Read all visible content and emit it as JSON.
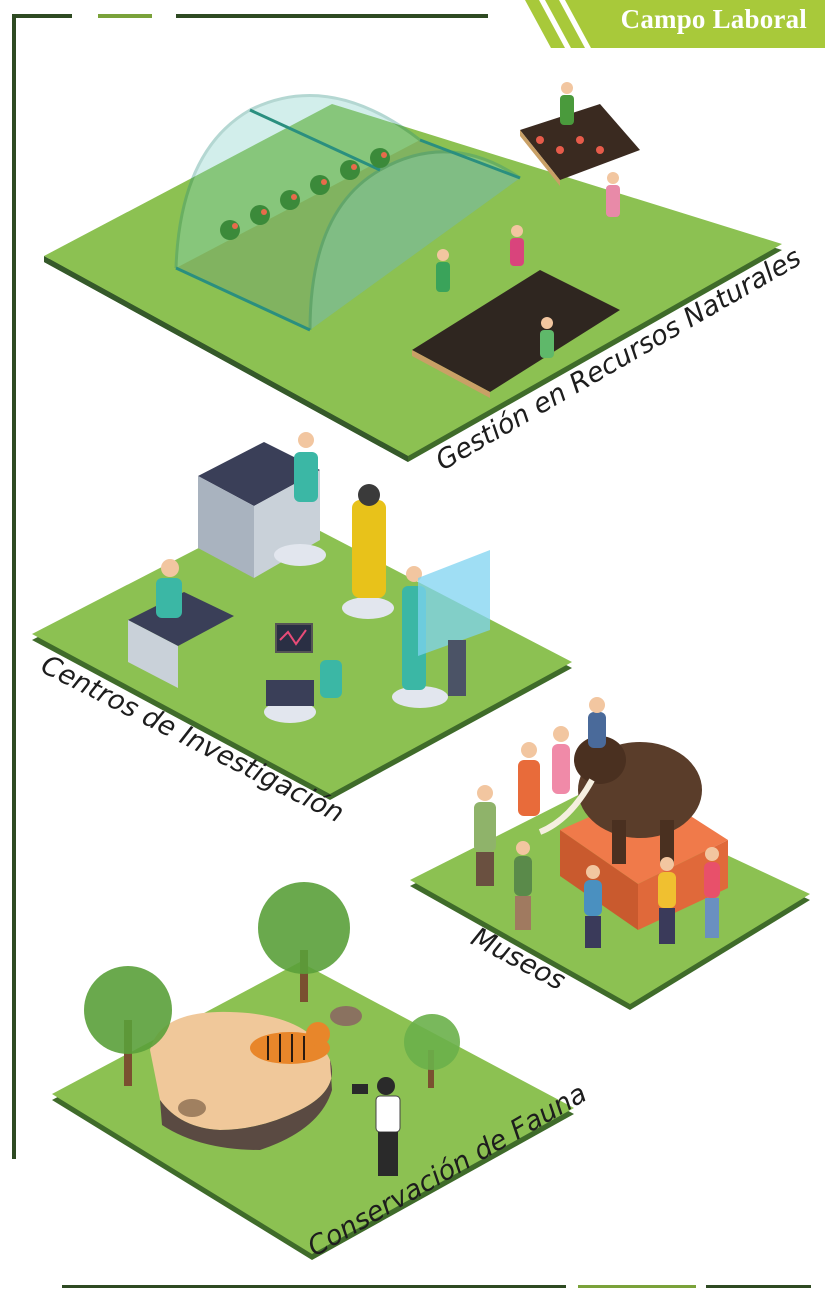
{
  "header": {
    "title": "Campo Laboral"
  },
  "sections": [
    {
      "label": "Gestión en Recursos Naturales"
    },
    {
      "label": "Centros de Investigación"
    },
    {
      "label": "Museos"
    },
    {
      "label": "Conservación de Fauna"
    }
  ],
  "colors": {
    "accent": "#a8c93a",
    "frame": "#2e4a22",
    "ground": "#8cc152",
    "ground_edge": "#3f6b2a"
  }
}
